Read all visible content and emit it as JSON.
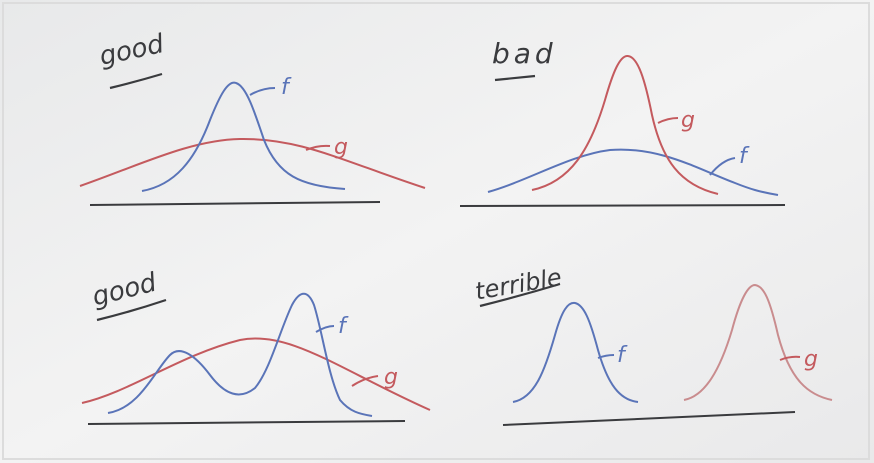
{
  "panels": [
    {
      "title": "good",
      "curve_labels": [
        "f",
        "g"
      ]
    },
    {
      "title": "bad",
      "curve_labels": [
        "g",
        "f"
      ]
    },
    {
      "title": "good",
      "curve_labels": [
        "f",
        "g"
      ]
    },
    {
      "title": "terrible",
      "curve_labels": [
        "f",
        "g"
      ]
    }
  ],
  "colors": {
    "board": "#efefef",
    "ink_dark": "#3a3b3e",
    "f_blue": "#5a74b8",
    "g_red": "#c45a5e"
  }
}
